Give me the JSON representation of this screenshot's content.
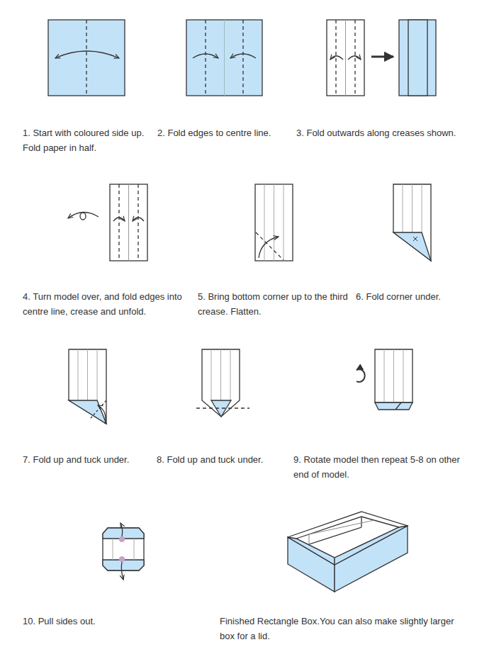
{
  "diagram": {
    "labels": [
      "1. Start with coloured side up. Fold paper in half.",
      "2. Fold edges to centre line.",
      "3. Fold outwards along creases shown.",
      "4. Turn model over, and fold edges into centre line, crease and unfold.",
      "5. Bring bottom corner up to the third crease. Flatten.",
      "6. Fold corner under.",
      "7. Fold up and tuck under.",
      "8. Fold up and tuck under.",
      "9. Rotate model then repeat 5-8 on other end of model.",
      "10. Pull sides out.",
      "Finished Rectangle Box.You can also make slightly larger box for a lid."
    ]
  }
}
